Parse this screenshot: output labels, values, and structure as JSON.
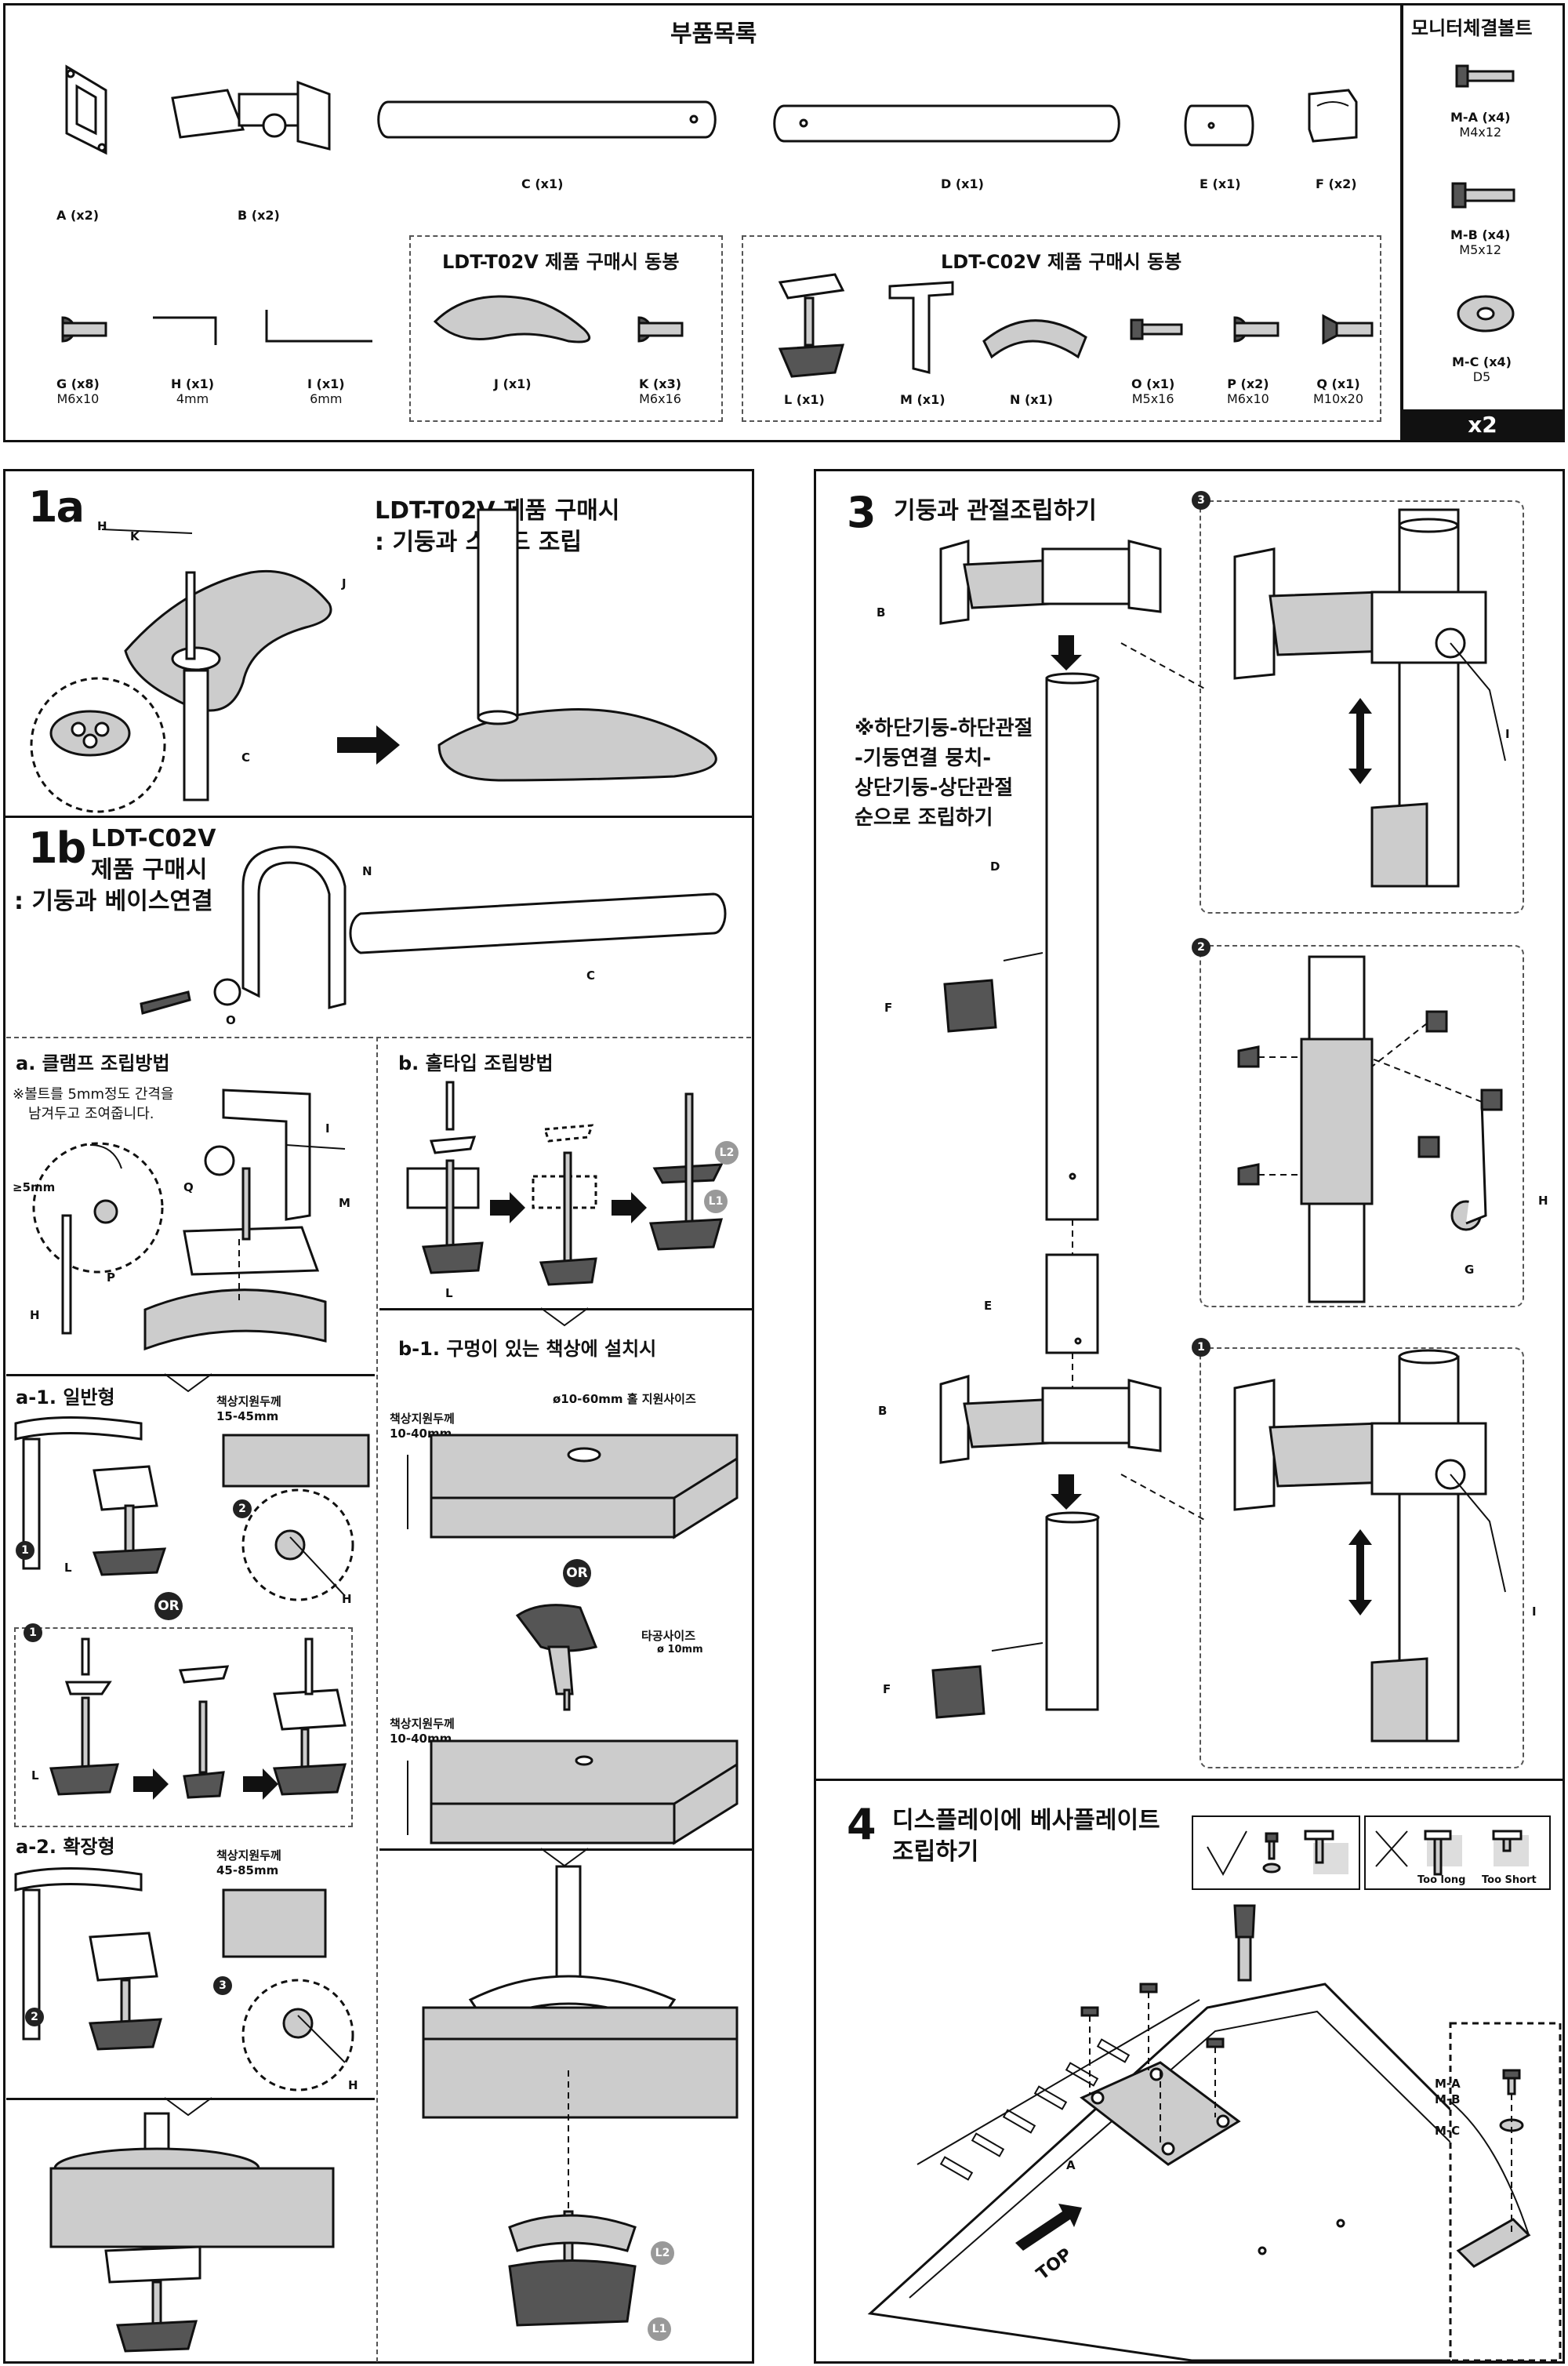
{
  "parts": {
    "title": "부품목록",
    "items": [
      {
        "code": "A (x2)",
        "size": ""
      },
      {
        "code": "B (x2)",
        "size": ""
      },
      {
        "code": "C (x1)",
        "size": ""
      },
      {
        "code": "D (x1)",
        "size": ""
      },
      {
        "code": "E (x1)",
        "size": ""
      },
      {
        "code": "F (x2)",
        "size": ""
      },
      {
        "code": "G (x8)",
        "size": "M6x10"
      },
      {
        "code": "H (x1)",
        "size": "4mm"
      },
      {
        "code": "I (x1)",
        "size": "6mm"
      }
    ],
    "t02v": {
      "title": "LDT-T02V 제품 구매시 동봉",
      "j": "J (x1)",
      "k": "K (x3)",
      "k_size": "M6x16"
    },
    "c02v": {
      "title": "LDT-C02V 제품 구매시 동봉",
      "items": [
        {
          "code": "L (x1)",
          "size": ""
        },
        {
          "code": "M (x1)",
          "size": ""
        },
        {
          "code": "N (x1)",
          "size": ""
        },
        {
          "code": "O (x1)",
          "size": "M5x16"
        },
        {
          "code": "P (x2)",
          "size": "M6x10"
        },
        {
          "code": "Q (x1)",
          "size": "M10x20"
        }
      ]
    }
  },
  "bolts": {
    "title": "모니터체결볼트",
    "items": [
      {
        "code": "M-A (x4)",
        "size": "M4x12"
      },
      {
        "code": "M-B (x4)",
        "size": "M5x12"
      },
      {
        "code": "M-C (x4)",
        "size": "D5"
      }
    ],
    "multiplier": "x2"
  },
  "s1a": {
    "num": "1a",
    "line1": "LDT-T02V 제품 구매시",
    "line2": ": 기둥과 스탠드 조립",
    "labels": [
      "H",
      "K",
      "J",
      "C"
    ]
  },
  "s1b": {
    "num": "1b",
    "line1": "LDT-C02V",
    "line2": "제품 구매시",
    "line3": ": 기둥과 베이스연결",
    "labels": [
      "N",
      "C",
      "O"
    ]
  },
  "clamp": {
    "title": "a. 클램프 조립방법",
    "note1": "※볼트를 5mm정도 간격을",
    "note2": "남겨두고 조여줍니다.",
    "gap": "≥5mm",
    "labels": [
      "I",
      "Q",
      "M",
      "P",
      "H"
    ]
  },
  "a1": {
    "title": "a-1. 일반형",
    "thick_label": "책상지원두께",
    "thick": "15-45mm",
    "or": "OR",
    "labels": [
      "L",
      "H",
      "L"
    ]
  },
  "a2": {
    "title": "a-2. 확장형",
    "thick_label": "책상지원두께",
    "thick": "45-85mm",
    "labels": [
      "H"
    ]
  },
  "hole": {
    "title": "b. 홀타입 조립방법",
    "labels": [
      "L",
      "L2",
      "L1"
    ]
  },
  "b1": {
    "title": "b-1. 구멍이 있는 책상에 설치시",
    "thick_label": "책상지원두께",
    "thick": "10-40mm",
    "hole_size": "ø10-60mm 홀 지원사이즈",
    "or": "OR",
    "drill_label": "타공사이즈",
    "drill_size": "ø 10mm",
    "thick_label2": "책상지원두께",
    "thick2": "10-40mm",
    "labels": [
      "L2",
      "L1"
    ]
  },
  "s3": {
    "num": "3",
    "title": "기둥과 관절조립하기",
    "note": [
      "※하단기둥-하단관절",
      "-기둥연결 뭉치-",
      "상단기둥-상단관절",
      "순으로 조립하기"
    ],
    "labels": [
      "B",
      "D",
      "F",
      "E",
      "B",
      "F"
    ],
    "detail_labels": [
      "I",
      "H",
      "G",
      "I"
    ]
  },
  "s4": {
    "num": "4",
    "title1": "디스플레이에 베사플레이트",
    "title2": "조립하기",
    "too_long": "Too long",
    "too_short": "Too Short",
    "labels": [
      "A",
      "M-A",
      "M-B",
      "M-C"
    ],
    "top": "TOP"
  }
}
